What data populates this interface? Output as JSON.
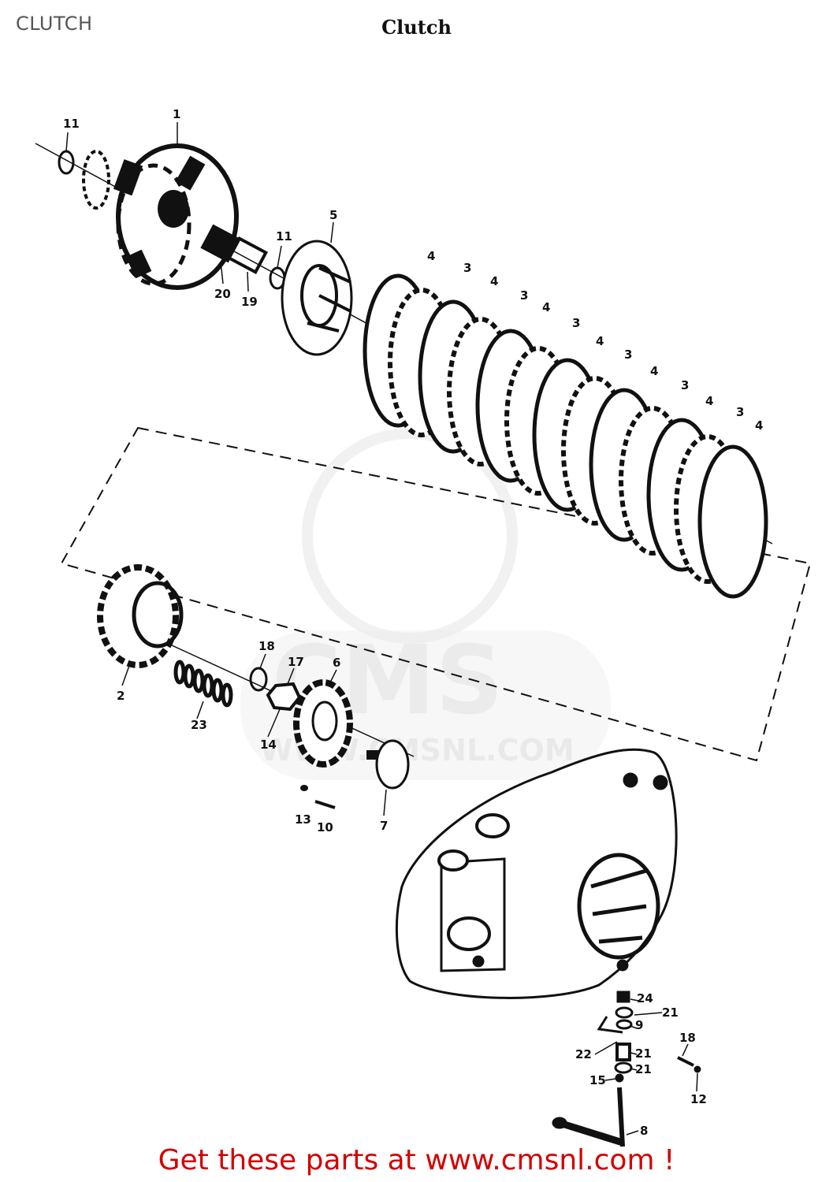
{
  "page": {
    "label": "CLUTCH",
    "title": "Clutch"
  },
  "watermark": {
    "brand": "CMS",
    "url": "WWW.CMSNL.COM"
  },
  "footer": {
    "cta": "Get these parts at www.cmsnl.com !"
  },
  "colors": {
    "ink": "#111111",
    "cta_red": "#d40000",
    "watermark": "#dddddd"
  },
  "callouts": [
    "11",
    "1",
    "20",
    "19",
    "11",
    "5",
    "4",
    "3",
    "4",
    "3",
    "4",
    "3",
    "4",
    "3",
    "4",
    "3",
    "4",
    "3",
    "4",
    "2",
    "23",
    "18",
    "17",
    "6",
    "14",
    "13",
    "10",
    "7",
    "24",
    "21",
    "9",
    "22",
    "21",
    "15",
    "21",
    "18",
    "12",
    "8"
  ]
}
